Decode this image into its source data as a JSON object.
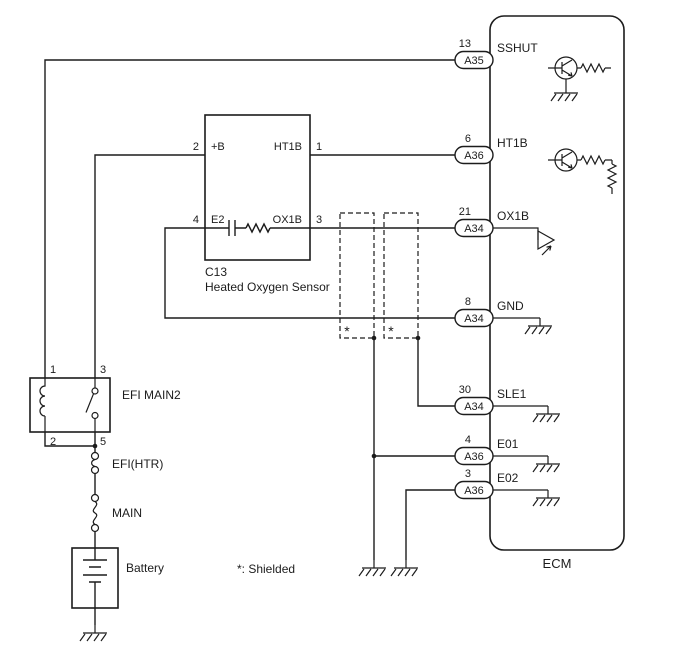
{
  "colors": {
    "line": "#1c1c1c",
    "background": "#ffffff"
  },
  "ecm": {
    "label": "ECM",
    "pins": [
      {
        "number": "13",
        "connector": "A35",
        "name": "SSHUT"
      },
      {
        "number": "6",
        "connector": "A36",
        "name": "HT1B"
      },
      {
        "number": "21",
        "connector": "A34",
        "name": "OX1B"
      },
      {
        "number": "8",
        "connector": "A34",
        "name": "GND"
      },
      {
        "number": "30",
        "connector": "A34",
        "name": "SLE1"
      },
      {
        "number": "4",
        "connector": "A36",
        "name": "E01"
      },
      {
        "number": "3",
        "connector": "A36",
        "name": "E02"
      }
    ]
  },
  "sensor": {
    "code": "C13",
    "name": "Heated Oxygen Sensor",
    "pins": {
      "plus_b": {
        "number": "2",
        "label": "+B"
      },
      "ht1b": {
        "number": "1",
        "label": "HT1B"
      },
      "e2": {
        "number": "4",
        "label": "E2"
      },
      "ox1b": {
        "number": "3",
        "label": "OX1B"
      }
    }
  },
  "relay": {
    "name": "EFI MAIN2",
    "pins": {
      "p1": "1",
      "p3": "3",
      "p2": "2",
      "p5": "5"
    }
  },
  "fuse_efi_htr": {
    "label": "EFI(HTR)"
  },
  "fusible_link_main": {
    "label": "MAIN"
  },
  "battery": {
    "label": "Battery"
  },
  "shield": {
    "mark": "*",
    "note": "*: Shielded"
  }
}
